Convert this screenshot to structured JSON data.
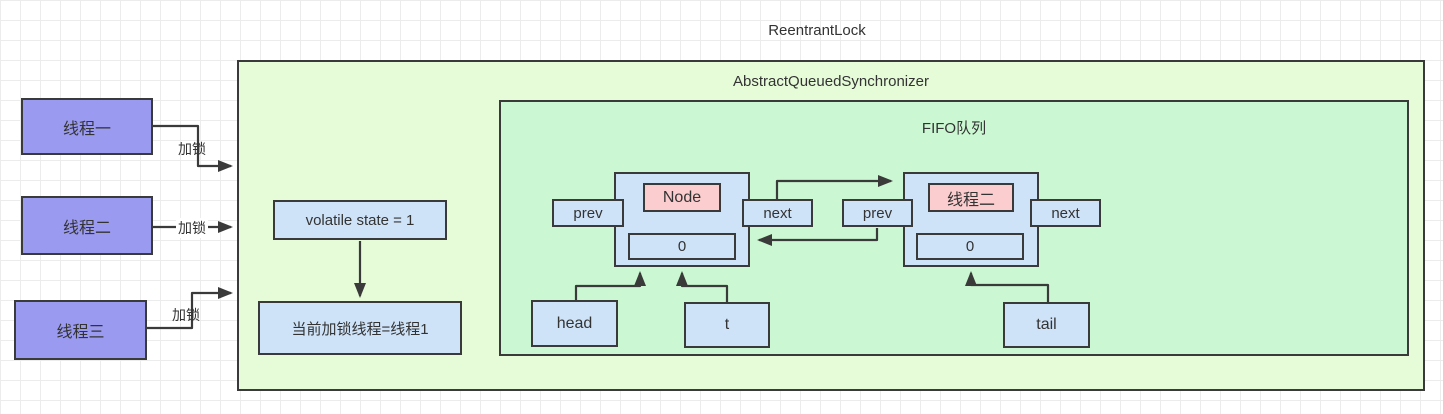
{
  "title": "ReentrantLock",
  "colors": {
    "bg": "#ffffff",
    "grid-line": "#ececec",
    "border": "#3a3a3a",
    "text": "#333333",
    "thread-fill": "#9a9af0",
    "aqs-fill": "#e6fbd8",
    "fifo-fill": "#cbf8d2",
    "blue-fill": "#cfe3f8",
    "pink-fill": "#fbcdce"
  },
  "threads": [
    {
      "label": "线程一"
    },
    {
      "label": "线程二"
    },
    {
      "label": "线程三"
    }
  ],
  "lock_action_label": "加锁",
  "aqs": {
    "title": "AbstractQueuedSynchronizer",
    "state_text": "volatile state = 1",
    "owner_text": "当前加锁线程=线程1",
    "fifo": {
      "title": "FIFO队列",
      "nodes": [
        {
          "title": "Node",
          "prev": "prev",
          "next": "next",
          "wait_status": "0"
        },
        {
          "title": "线程二",
          "prev": "prev",
          "next": "next",
          "wait_status": "0"
        }
      ],
      "pointers": {
        "head": "head",
        "t": "t",
        "tail": "tail"
      }
    }
  }
}
